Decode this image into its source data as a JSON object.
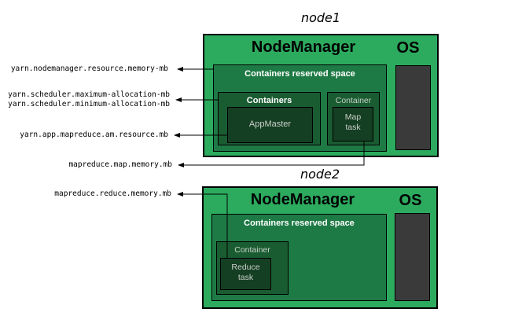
{
  "colors": {
    "node_green": "#2cab5e",
    "reserved_green": "#1e7a45",
    "container_green": "#1a5c31",
    "task_green": "#153f23",
    "os_gray": "#3a3a3a"
  },
  "params": {
    "nodemanager_resource_memory": "yarn.nodemanager.resource.memory-mb",
    "scheduler_maximum_allocation": "yarn.scheduler.maximum-allocation-mb",
    "scheduler_minimum_allocation": "yarn.scheduler.minimum-allocation-mb",
    "am_resource": "yarn.app.mapreduce.am.resource.mb",
    "map_memory": "mapreduce.map.memory.mb",
    "reduce_memory": "mapreduce.reduce.memory.mb"
  },
  "node1": {
    "title": "node1",
    "nodemanager_label": "NodeManager",
    "os_label": "OS",
    "reserved_label": "Containers reserved space",
    "containers_label": "Containers",
    "appmaster_label": "AppMaster",
    "container_label": "Container",
    "map_task_label": "Map task"
  },
  "node2": {
    "title": "node2",
    "nodemanager_label": "NodeManager",
    "os_label": "OS",
    "reserved_label": "Containers reserved space",
    "container_label": "Container",
    "reduce_task_label": "Reduce task"
  }
}
